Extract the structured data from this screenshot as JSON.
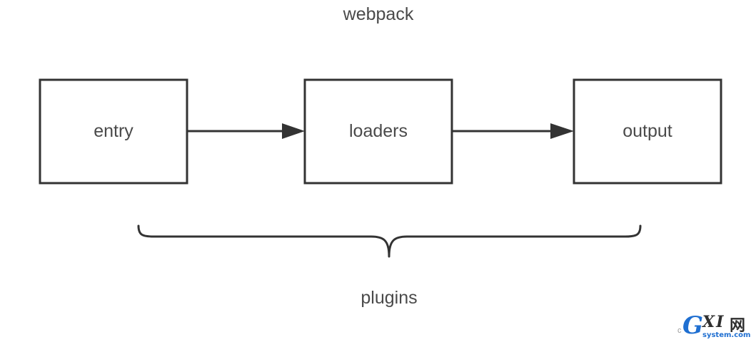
{
  "diagram": {
    "title": "webpack",
    "nodes": [
      {
        "id": "entry",
        "label": "entry"
      },
      {
        "id": "loaders",
        "label": "loaders"
      },
      {
        "id": "output",
        "label": "output"
      }
    ],
    "edges": [
      {
        "from": "entry",
        "to": "loaders"
      },
      {
        "from": "loaders",
        "to": "output"
      }
    ],
    "brace_label": "plugins",
    "stroke_color": "#333333",
    "text_color": "#4a4a4a"
  },
  "watermark": {
    "prefix": "c",
    "logo_letter": "G",
    "logo_text": "XI",
    "logo_cn": "网",
    "domain": "system.com",
    "accent_color": "#1f6fd1"
  }
}
